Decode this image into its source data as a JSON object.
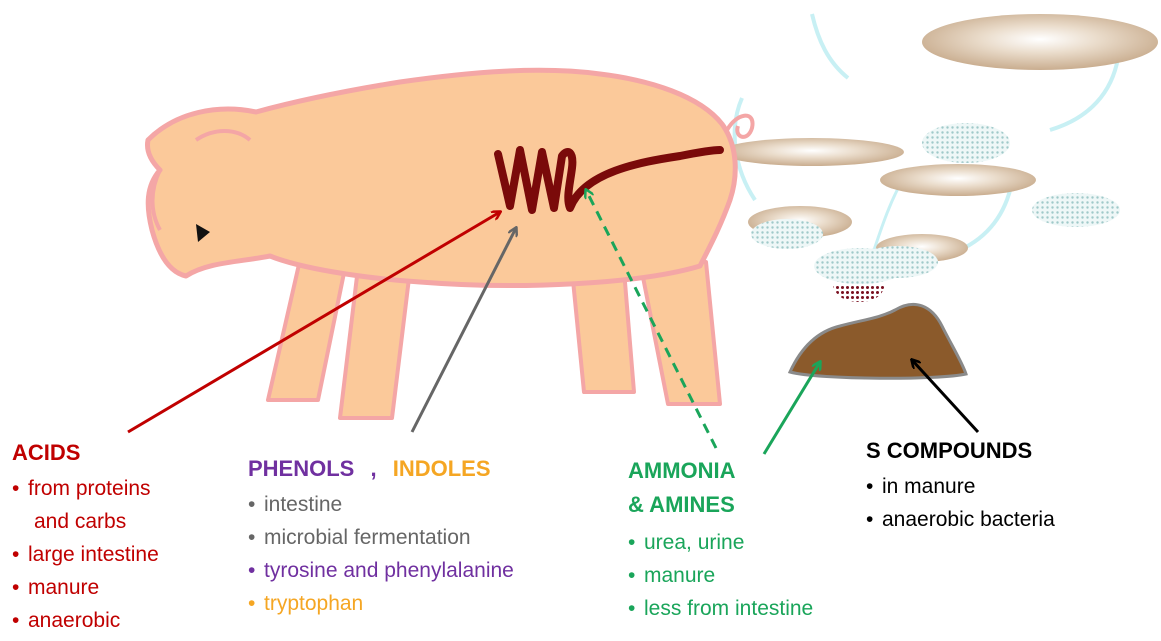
{
  "colors": {
    "acids": "#c00000",
    "phenols": "#7030a0",
    "indoles": "#f5a623",
    "ammonia": "#1aa55a",
    "sulfur": "#000000",
    "gray_text": "#666666",
    "pig_fill": "#fbc99a",
    "pig_outline": "#f4a6a6",
    "intestine": "#7a0a0a",
    "manure": "#8b5a2b"
  },
  "icons": [
    "pig-illustration",
    "intestine-coil",
    "odor-cloud",
    "manure-pile"
  ],
  "acids": {
    "title": "ACIDS",
    "items": [
      {
        "text": "from proteins",
        "color": "#c00000"
      },
      {
        "text": "and carbs",
        "color": "#c00000",
        "continuation": true
      },
      {
        "text": "large intestine",
        "color": "#c00000"
      },
      {
        "text": "manure",
        "color": "#c00000"
      },
      {
        "text": "anaerobic",
        "color": "#c00000"
      }
    ]
  },
  "phenols_indoles": {
    "title_phenols": "PHENOLS",
    "separator": ",",
    "title_indoles": "INDOLES",
    "items": [
      {
        "text": "intestine",
        "color": "#666666"
      },
      {
        "text": "microbial fermentation",
        "color": "#666666"
      },
      {
        "text": "tyrosine and phenylalanine",
        "color": "#7030a0"
      },
      {
        "text": "tryptophan",
        "color": "#f5a623"
      }
    ]
  },
  "ammonia": {
    "title_line1": "AMMONIA",
    "title_line2": "& AMINES",
    "items": [
      {
        "text": "urea, urine",
        "color": "#1aa55a"
      },
      {
        "text": "manure",
        "color": "#1aa55a"
      },
      {
        "text": "less from intestine",
        "color": "#1aa55a"
      }
    ]
  },
  "sulfur": {
    "title": "S COMPOUNDS",
    "items": [
      {
        "text": "in manure",
        "color": "#000000"
      },
      {
        "text": "anaerobic bacteria",
        "color": "#000000"
      }
    ]
  }
}
